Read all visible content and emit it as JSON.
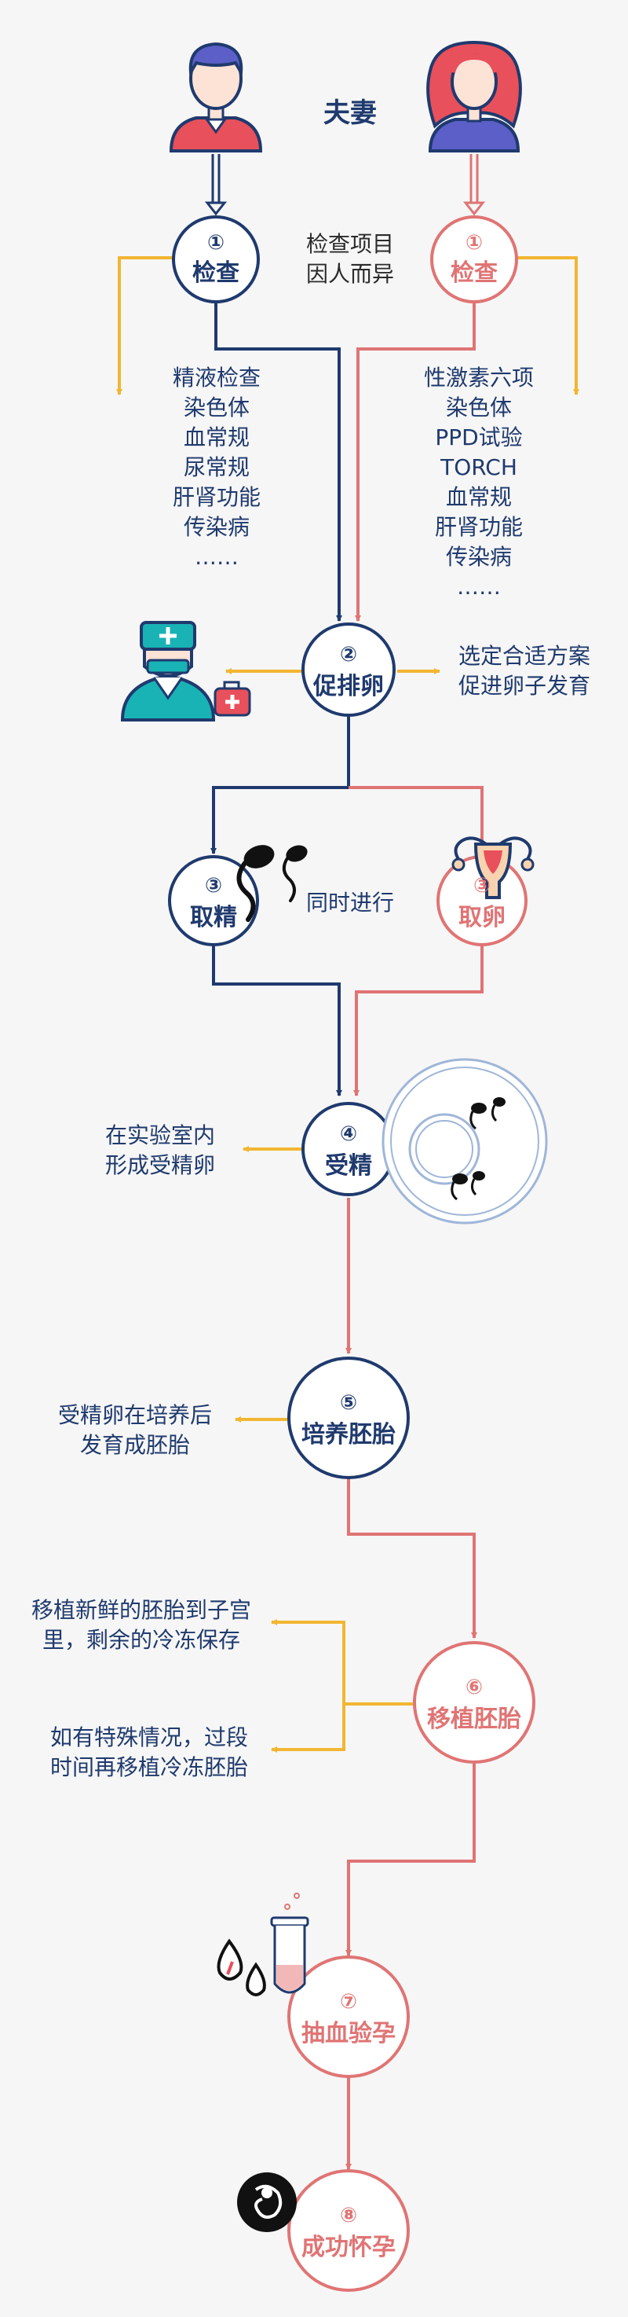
{
  "title": "夫妻",
  "colors": {
    "navy": "#1f3a6e",
    "pink": "#e07474",
    "yellow": "#f2b632",
    "teal": "#19b2b5"
  },
  "icons": [
    "husband-avatar",
    "wife-avatar",
    "doctor-icon",
    "first-aid-kit-icon",
    "sperm-icon",
    "uterus-icon",
    "petri-dish-icon",
    "test-tube-icon",
    "blood-drop-icon",
    "fetus-icon"
  ],
  "steps": {
    "s1m": {
      "num": "①",
      "label": "检查"
    },
    "s1f": {
      "num": "①",
      "label": "检查"
    },
    "s2": {
      "num": "②",
      "label": "促排卵"
    },
    "s3m": {
      "num": "③",
      "label": "取精"
    },
    "s3f": {
      "num": "③",
      "label": "取卵"
    },
    "s4": {
      "num": "④",
      "label": "受精"
    },
    "s5": {
      "num": "⑤",
      "label": "培养胚胎"
    },
    "s6": {
      "num": "⑥",
      "label": "移植胚胎"
    },
    "s7": {
      "num": "⑦",
      "label": "抽血验孕"
    },
    "s8": {
      "num": "⑧",
      "label": "成功怀孕"
    }
  },
  "notes": {
    "exam_note": [
      "检查项目",
      "因人而异"
    ],
    "male_exams": [
      "精液检查",
      "染色体",
      "血常规",
      "尿常规",
      "肝肾功能",
      "传染病",
      "……"
    ],
    "female_exams": [
      "性激素六项",
      "染色体",
      "PPD试验",
      "TORCH",
      "血常规",
      "肝肾功能",
      "传染病",
      "……"
    ],
    "ovulation_note": [
      "选定合适方案",
      "促进卵子发育"
    ],
    "simultaneous": "同时进行",
    "fertilization_note": [
      "在实验室内",
      "形成受精卵"
    ],
    "culture_note": [
      "受精卵在培养后",
      "发育成胚胎"
    ],
    "transfer_fresh": [
      "移植新鲜的胚胎到子宫",
      "里，剩余的冷冻保存"
    ],
    "transfer_frozen": [
      "如有特殊情况，过段",
      "时间再移植冷冻胚胎"
    ]
  }
}
